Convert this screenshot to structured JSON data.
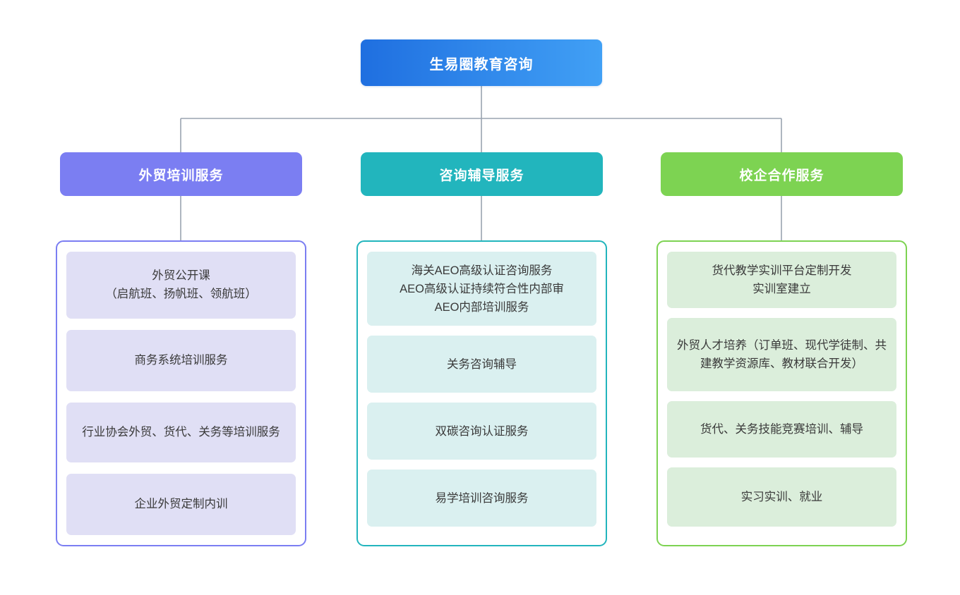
{
  "diagram": {
    "type": "organizational-hierarchy",
    "root": {
      "label": "生易圈教育咨询",
      "color_start": "#1f6fe0",
      "color_end": "#41a0f5"
    },
    "connector_color": "#9aa3b0",
    "branches": [
      {
        "id": "branch-waimao-peixun",
        "label": "外贸培训服务",
        "accent": "#7b7ef2",
        "card_color": "#e0dff5",
        "items": [
          {
            "label": "外贸公开课\n（启航班、扬帆班、领航班）"
          },
          {
            "label": "商务系统培训服务"
          },
          {
            "label": "行业协会外贸、货代、关务等培训服务"
          },
          {
            "label": "企业外贸定制内训"
          }
        ]
      },
      {
        "id": "branch-zixun-fudao",
        "label": "咨询辅导服务",
        "accent": "#22b5bd",
        "card_color": "#daf0f0",
        "items": [
          {
            "label": "海关AEO高级认证咨询服务\nAEO高级认证持续符合性内部审\nAEO内部培训服务"
          },
          {
            "label": "关务咨询辅导"
          },
          {
            "label": "双碳咨询认证服务"
          },
          {
            "label": "易学培训咨询服务"
          }
        ]
      },
      {
        "id": "branch-xiaoqi-hezuo",
        "label": "校企合作服务",
        "accent": "#7dd352",
        "card_color": "#dbeedb",
        "items": [
          {
            "label": "货代教学实训平台定制开发\n实训室建立"
          },
          {
            "label": "外贸人才培养（订单班、现代学徒制、共建教学资源库、教材联合开发）"
          },
          {
            "label": "货代、关务技能竞赛培训、辅导"
          },
          {
            "label": "实习实训、就业"
          }
        ]
      }
    ]
  }
}
